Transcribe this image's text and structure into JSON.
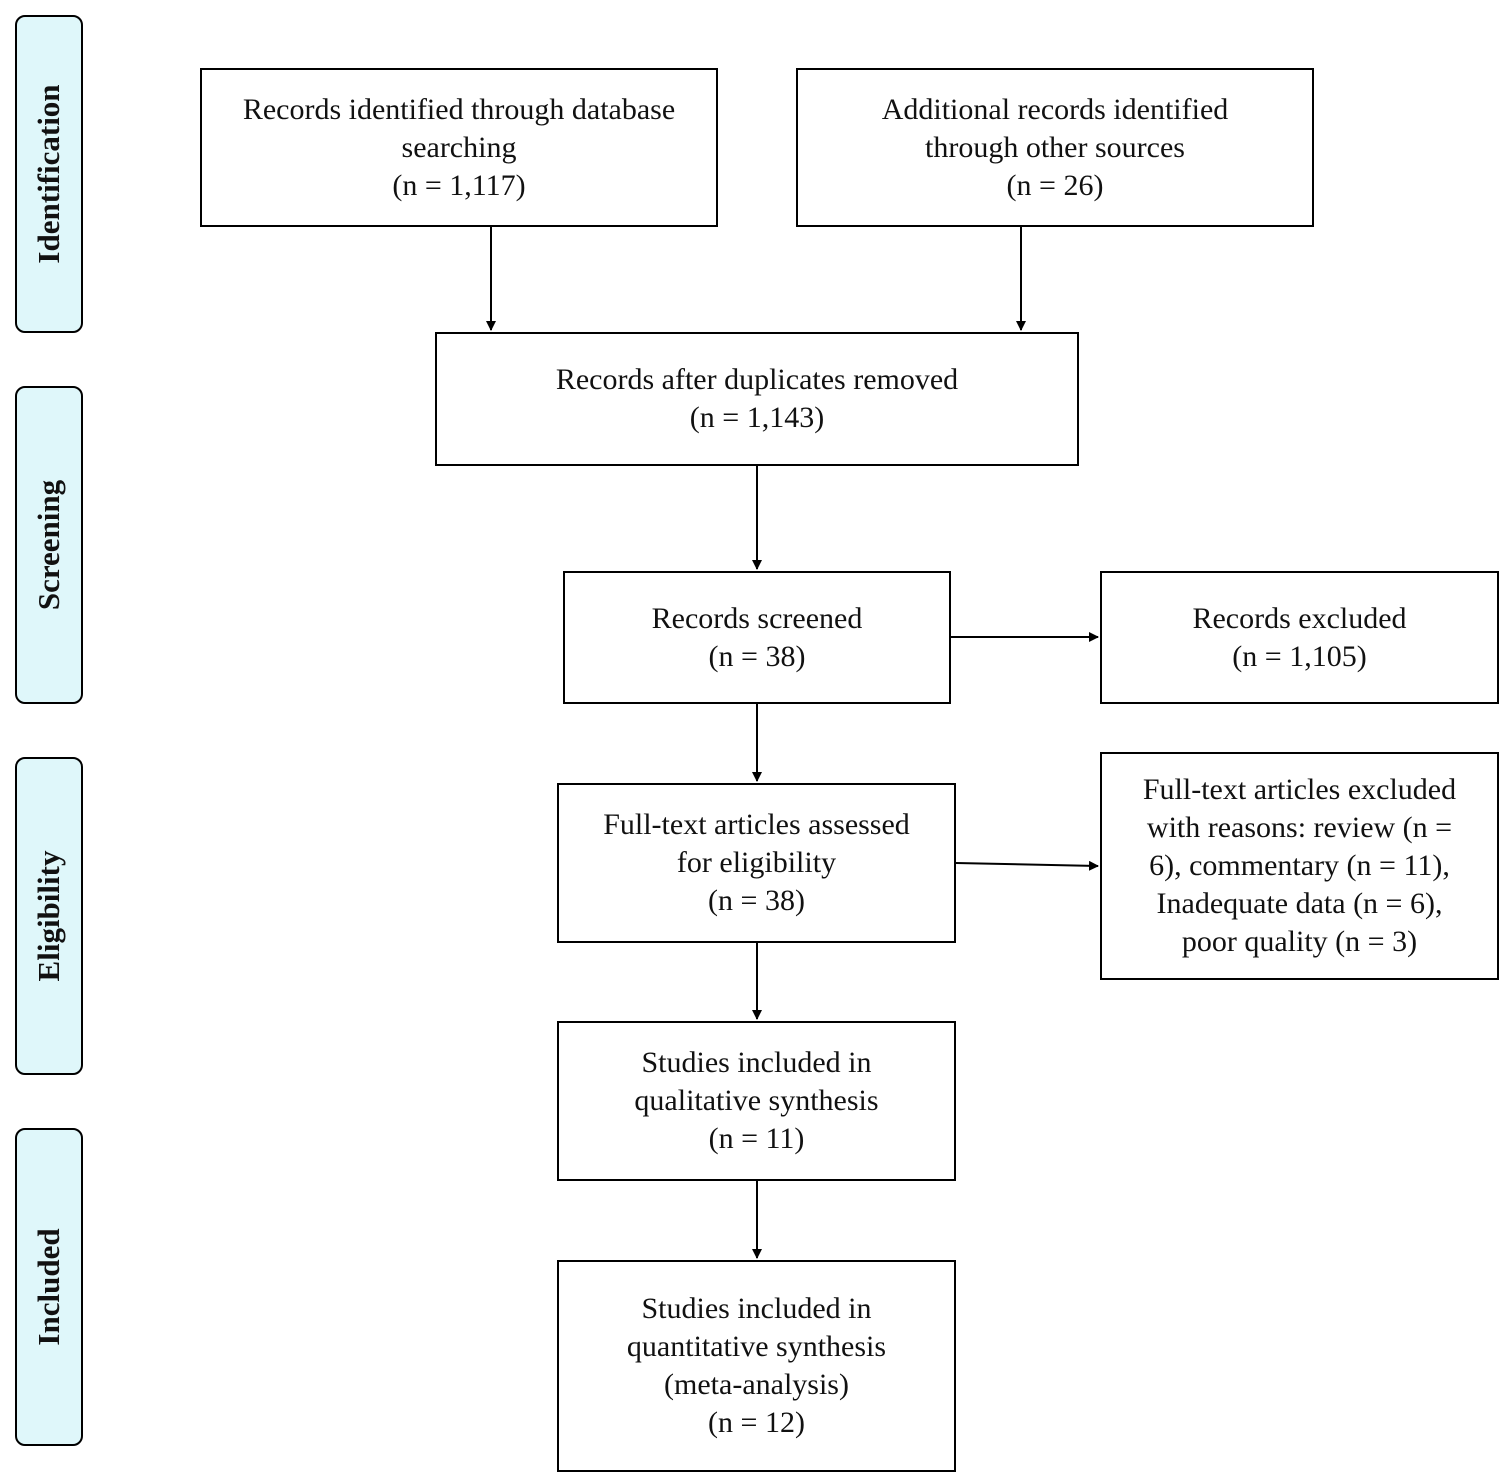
{
  "phases": {
    "identification": "Identification",
    "screening": "Screening",
    "eligibility": "Eligibility",
    "included": "Included"
  },
  "boxes": {
    "database_records": [
      "Records identified through database",
      "searching",
      "(n = 1,117)"
    ],
    "other_sources": [
      "Additional records identified",
      "through other sources",
      "(n = 26)"
    ],
    "after_duplicates": [
      "Records after duplicates removed",
      "(n = 1,143)"
    ],
    "screened": [
      "Records screened",
      "(n = 38)"
    ],
    "excluded": [
      "Records excluded",
      "(n = 1,105)"
    ],
    "fulltext_assessed": [
      "Full-text articles assessed",
      "for eligibility",
      "(n = 38)"
    ],
    "fulltext_excluded": [
      "Full-text articles excluded",
      "with reasons: review (n =",
      "6), commentary (n = 11),",
      "Inadequate data (n = 6),",
      "poor quality (n = 3)"
    ],
    "qualitative": [
      "Studies included in",
      "qualitative synthesis",
      "(n = 11)"
    ],
    "quantitative": [
      "Studies included in",
      "quantitative synthesis",
      "(meta-analysis)",
      "(n = 12)"
    ]
  }
}
